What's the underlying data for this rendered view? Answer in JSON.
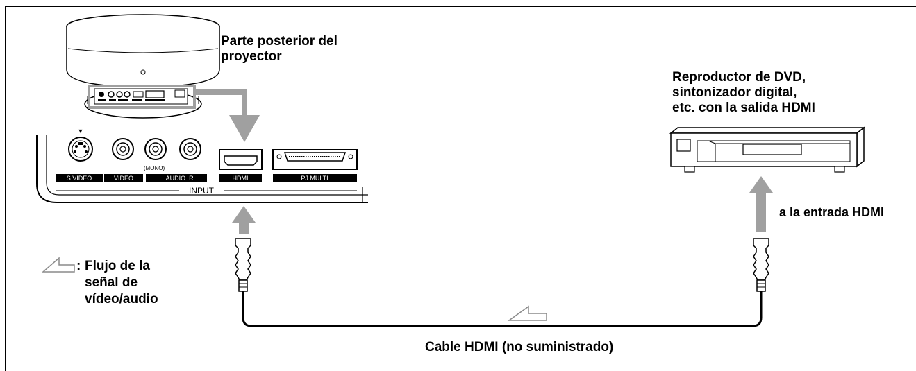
{
  "labels": {
    "projector_rear": [
      "Parte posterior del",
      "proyector"
    ],
    "device": [
      "Reproductor de DVD,",
      "sintonizador digital,",
      "etc. con la salida HDMI"
    ],
    "input_hdmi": "a la entrada HDMI",
    "legend_symbol": ":",
    "legend": [
      "Flujo de la",
      "señal de",
      "vídeo/audio"
    ],
    "cable": "Cable HDMI (no suministrado)"
  },
  "panel": {
    "ports": [
      "S VIDEO",
      "VIDEO",
      "L  AUDIO  R",
      "HDMI",
      "PJ MULTI"
    ],
    "mono": "(MONO)",
    "group": "INPUT"
  },
  "colors": {
    "arrow": "#a0a0a0",
    "line": "#000000",
    "border": "#000000"
  }
}
